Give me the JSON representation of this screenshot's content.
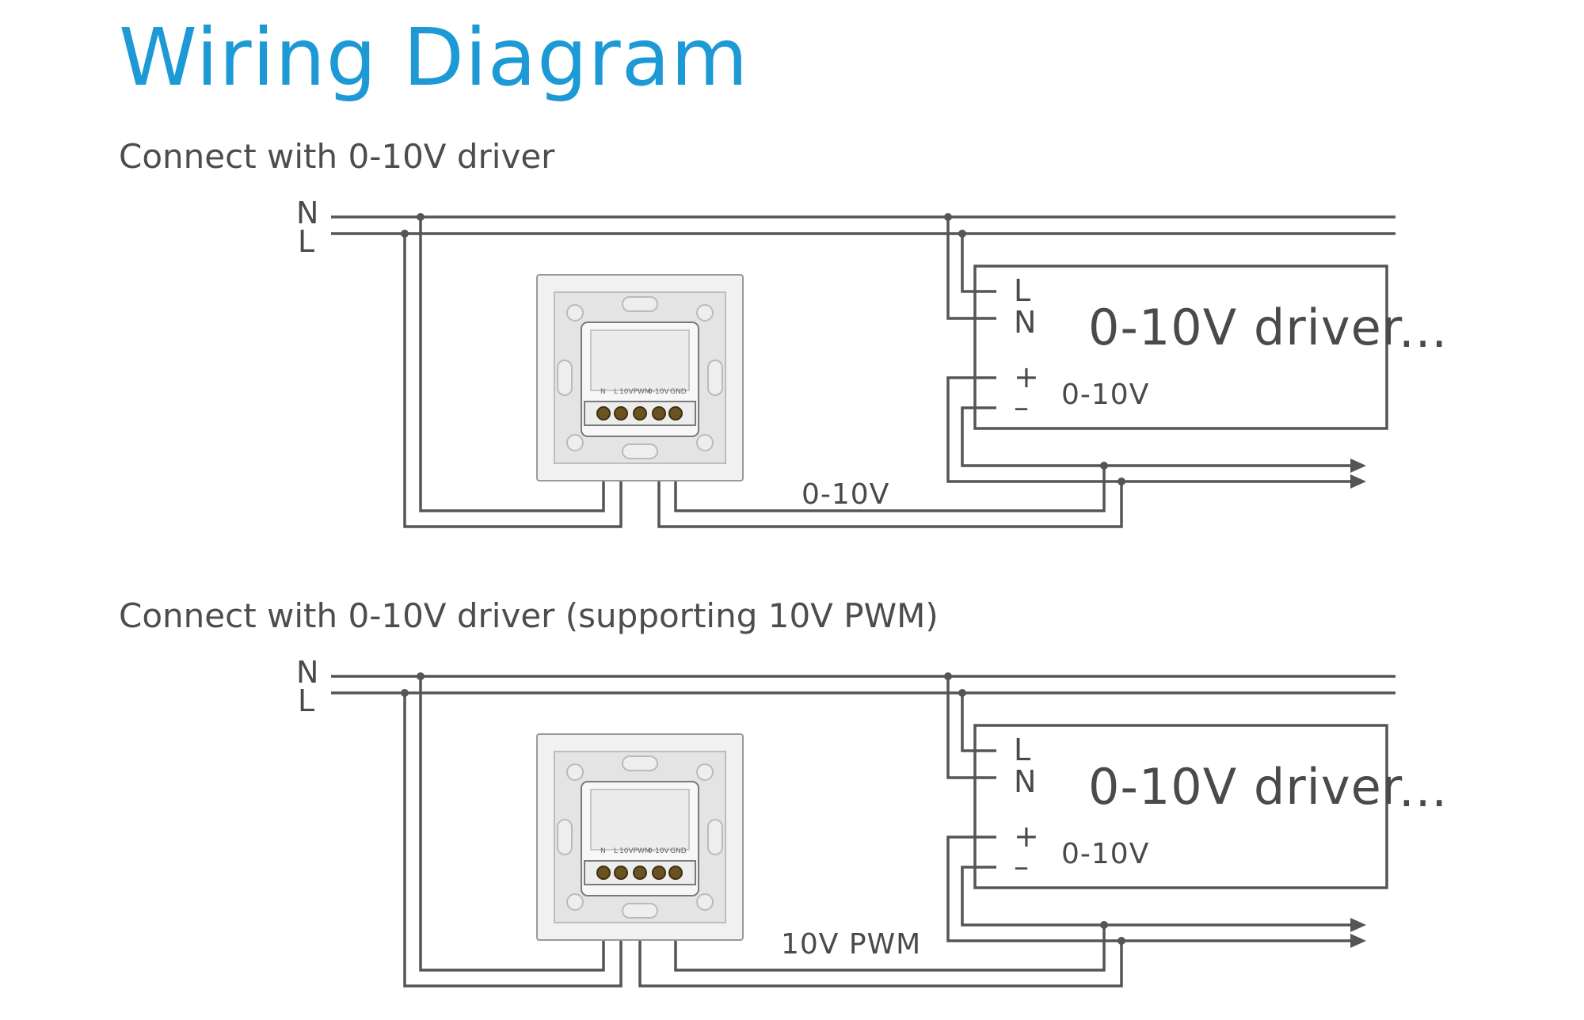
{
  "title": "Wiring Diagram",
  "diagrams": [
    {
      "subtitle": "Connect with 0-10V driver",
      "line_n": "N",
      "line_l": "L",
      "wire_label": "0-10V",
      "driver": {
        "title": "0-10V driver",
        "pin_l": "L",
        "pin_n": "N",
        "pin_plus": "+",
        "pin_minus": "–",
        "signal": "0-10V"
      },
      "continuation": "...",
      "dimmer_terminals": [
        "N",
        "L",
        "10VPWM",
        "0-10V",
        "GND"
      ],
      "signal_terminal": "0-10V"
    },
    {
      "subtitle": "Connect with 0-10V driver (supporting 10V PWM)",
      "line_n": "N",
      "line_l": "L",
      "wire_label": "10V PWM",
      "driver": {
        "title": "0-10V driver",
        "pin_l": "L",
        "pin_n": "N",
        "pin_plus": "+",
        "pin_minus": "–",
        "signal": "0-10V"
      },
      "continuation": "...",
      "dimmer_terminals": [
        "N",
        "L",
        "10VPWM",
        "0-10V",
        "GND"
      ],
      "signal_terminal": "10VPWM"
    }
  ],
  "colors": {
    "title": "#1d9ad6",
    "wire": "#555555",
    "text": "#4a4a4a",
    "terminal": "#6b5320"
  }
}
